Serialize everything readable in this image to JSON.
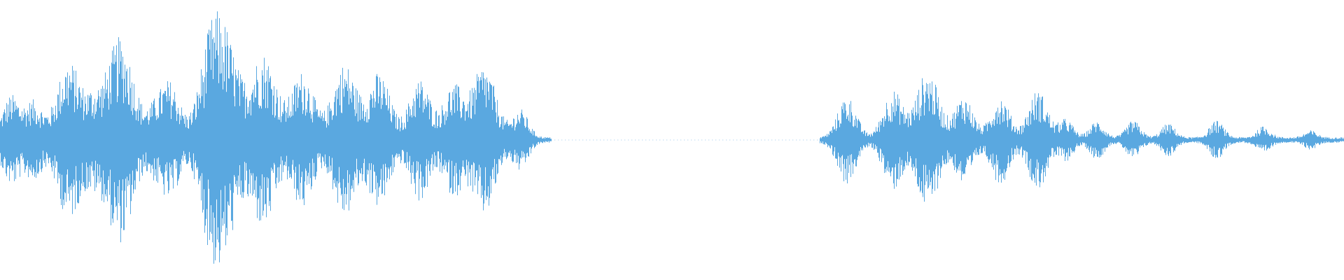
{
  "waveform": {
    "color": "#5aa8e0",
    "segments": [
      {
        "name": "segment-1",
        "start_fraction": 0.0,
        "end_fraction": 0.41,
        "bursts": [
          {
            "center": 0.008,
            "peak": 0.3
          },
          {
            "center": 0.025,
            "peak": 0.25
          },
          {
            "center": 0.051,
            "peak": 0.55
          },
          {
            "center": 0.069,
            "peak": 0.18
          },
          {
            "center": 0.089,
            "peak": 0.72
          },
          {
            "center": 0.114,
            "peak": 0.12
          },
          {
            "center": 0.126,
            "peak": 0.4
          },
          {
            "center": 0.155,
            "peak": 0.45
          },
          {
            "center": 0.167,
            "peak": 0.68
          },
          {
            "center": 0.196,
            "peak": 0.6
          },
          {
            "center": 0.225,
            "peak": 0.47
          },
          {
            "center": 0.256,
            "peak": 0.53
          },
          {
            "center": 0.282,
            "peak": 0.46
          },
          {
            "center": 0.312,
            "peak": 0.42
          },
          {
            "center": 0.337,
            "peak": 0.37
          },
          {
            "center": 0.36,
            "peak": 0.52
          },
          {
            "center": 0.387,
            "peak": 0.2
          }
        ]
      },
      {
        "name": "segment-2",
        "start_fraction": 0.61,
        "end_fraction": 1.0,
        "bursts": [
          {
            "center": 0.63,
            "peak": 0.3
          },
          {
            "center": 0.664,
            "peak": 0.34
          },
          {
            "center": 0.69,
            "peak": 0.48
          },
          {
            "center": 0.717,
            "peak": 0.3
          },
          {
            "center": 0.744,
            "peak": 0.3
          },
          {
            "center": 0.772,
            "peak": 0.34
          },
          {
            "center": 0.793,
            "peak": 0.13
          },
          {
            "center": 0.816,
            "peak": 0.12
          },
          {
            "center": 0.843,
            "peak": 0.12
          },
          {
            "center": 0.869,
            "peak": 0.1
          },
          {
            "center": 0.905,
            "peak": 0.12
          },
          {
            "center": 0.94,
            "peak": 0.08
          },
          {
            "center": 0.975,
            "peak": 0.05
          }
        ]
      }
    ]
  }
}
